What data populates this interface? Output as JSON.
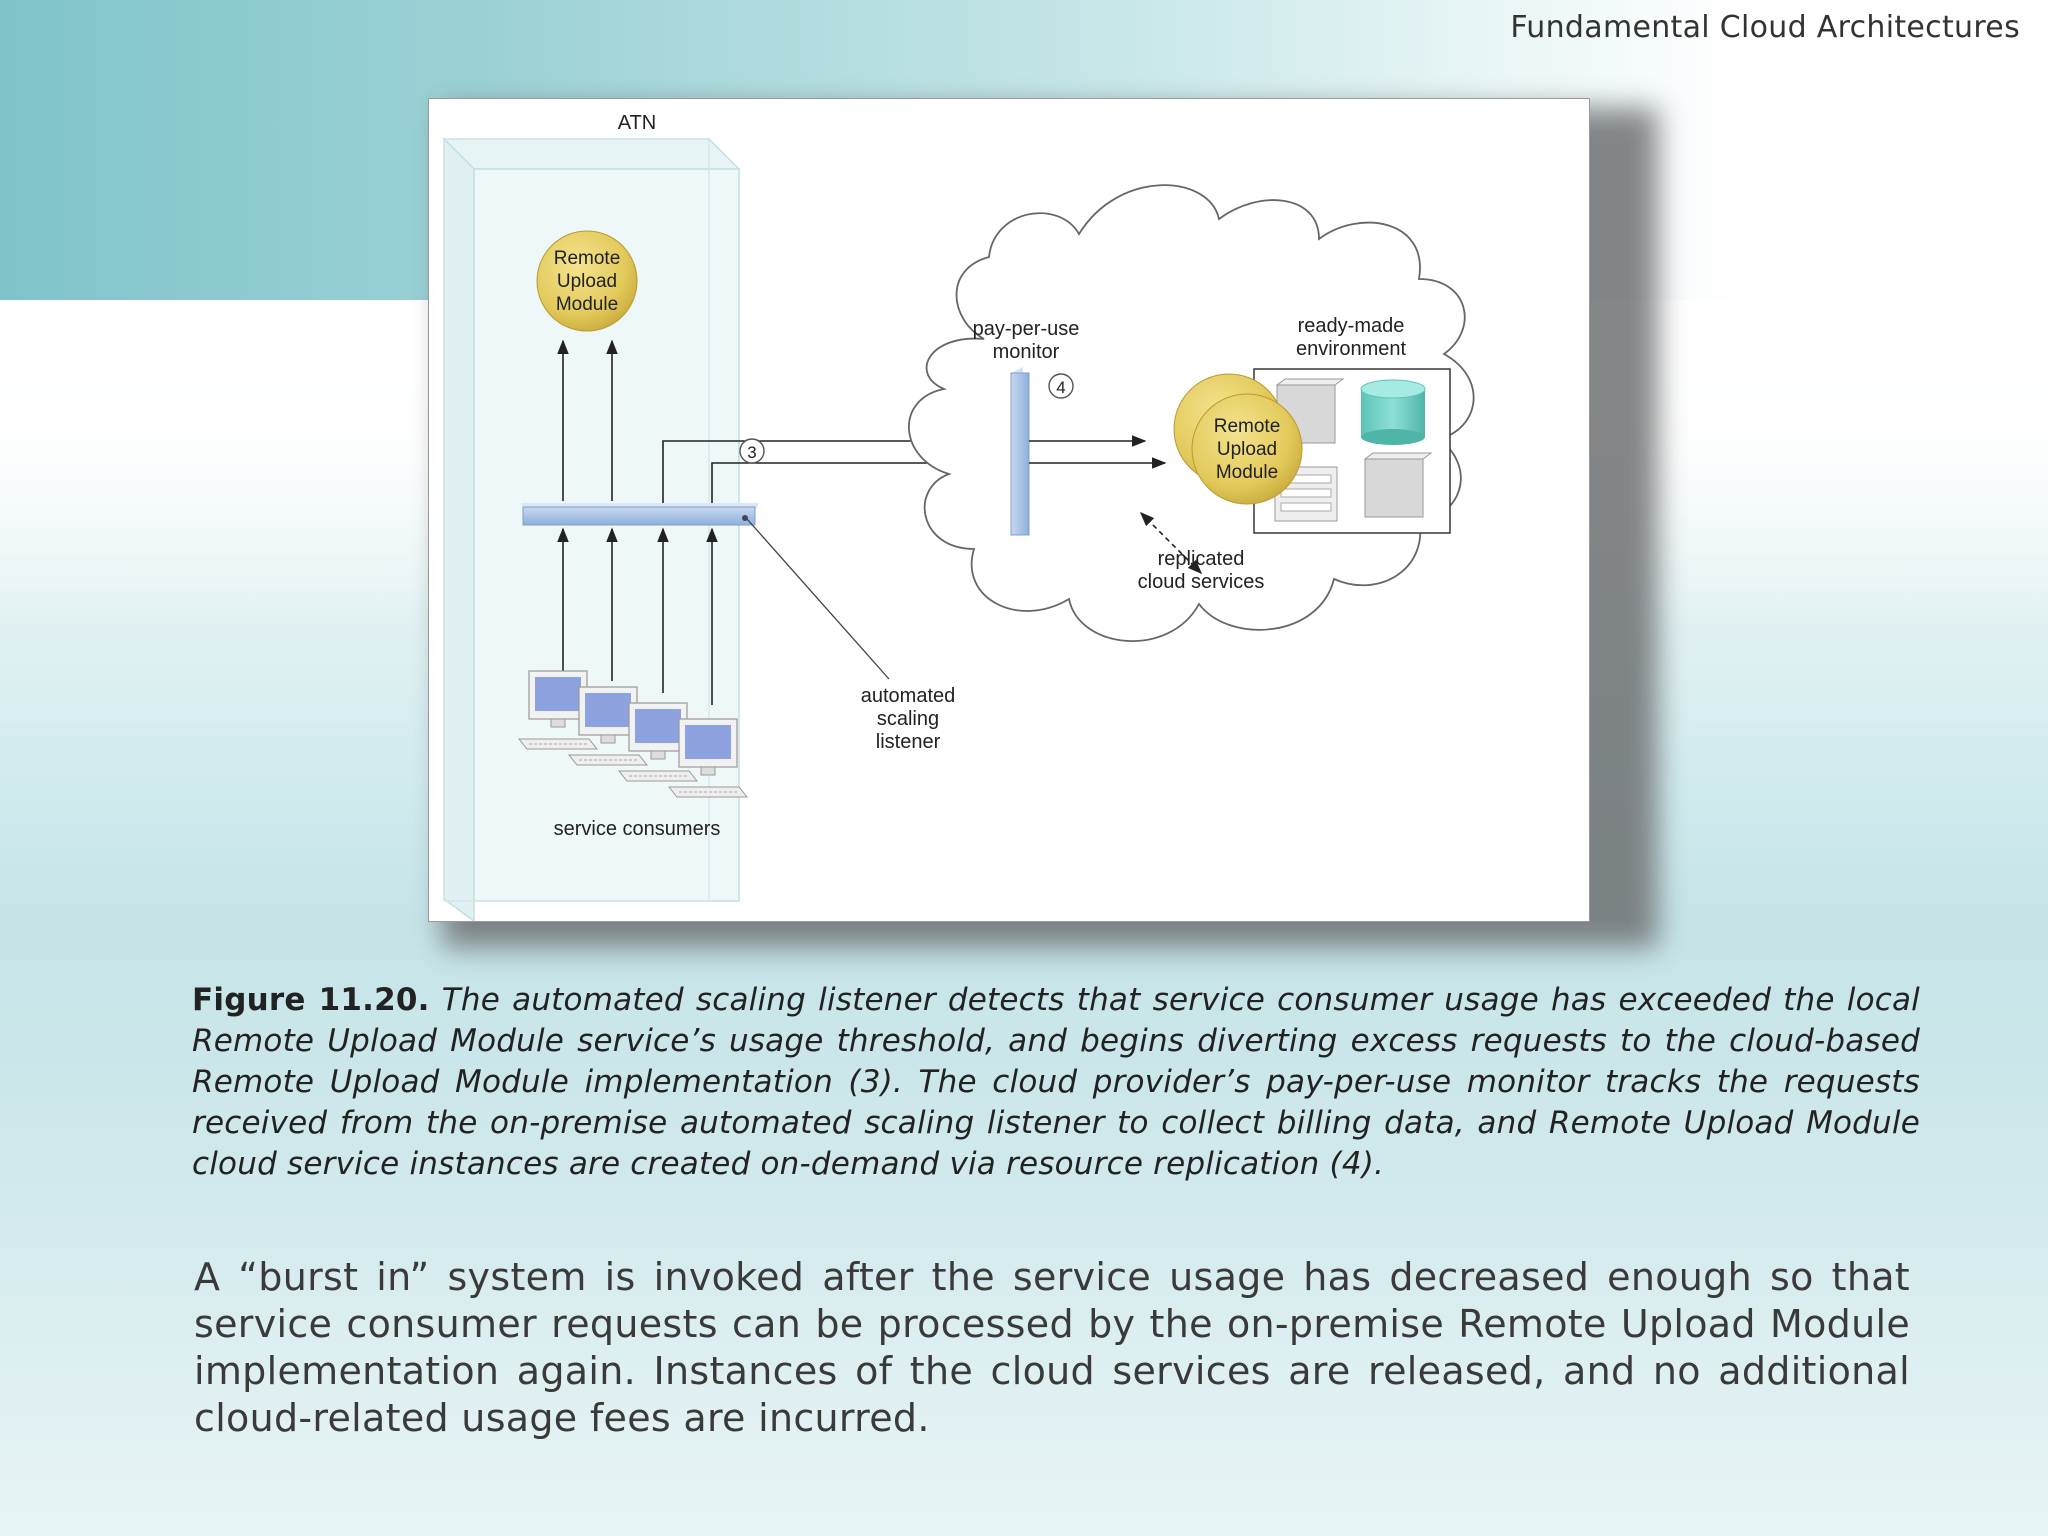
{
  "header": {
    "title": "Fundamental Cloud Architectures"
  },
  "diagram": {
    "atn_label": "ATN",
    "local_module": [
      "Remote",
      "Upload",
      "Module"
    ],
    "consumers_label": "service consumers",
    "listener_label": [
      "automated",
      "scaling",
      "listener"
    ],
    "monitor_label": [
      "pay-per-use",
      "monitor"
    ],
    "environment_label": [
      "ready-made",
      "environment"
    ],
    "cloud_module": [
      "Remote",
      "Upload",
      "Module"
    ],
    "replicated_label": [
      "replicated",
      "cloud services"
    ],
    "step_3": "3",
    "step_4": "4",
    "colors": {
      "module_fill": "#e2c95a",
      "bar_fill": "#a9c4e6",
      "atn_box": "#dceff2",
      "cylinder": "#6fd0c6",
      "screen": "#8ea2e0"
    }
  },
  "caption": {
    "label": "Figure 11.20.",
    "text": "The automated scaling listener detects that service consumer usage has exceeded the local Remote Upload Module service’s usage threshold, and begins diverting excess requests to the cloud-based Remote Upload Module implementation (3). The cloud provider’s pay-per-use monitor tracks the requests received from the on-premise automated scaling listener to collect billing data, and Remote Upload Module cloud service instances are created on-demand via resource replication (4)."
  },
  "body": {
    "text": "A “burst in” system is invoked after the service usage has decreased enough so that service consumer requests can be processed by the on-premise Remote Upload Module implementation again. Instances of the cloud services are released, and no additional cloud-related usage fees are incurred."
  }
}
